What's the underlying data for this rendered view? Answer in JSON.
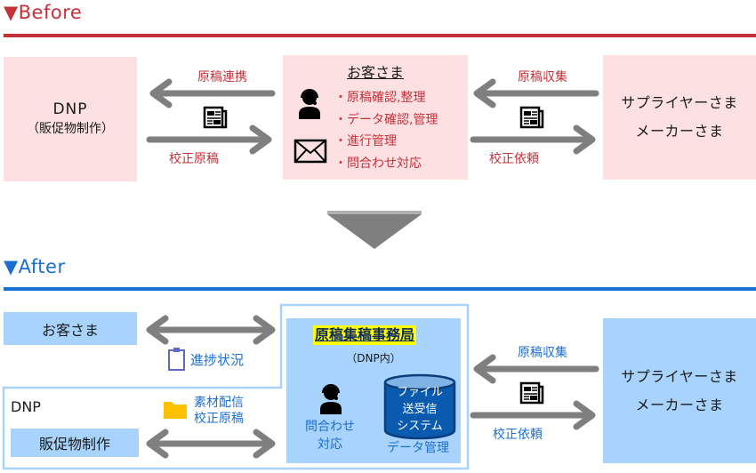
{
  "before": {
    "title": "▼Before",
    "dnp": {
      "line1": "DNP",
      "line2": "（販促物制作）"
    },
    "customer": {
      "title": "お客さま",
      "tasks": [
        "・原稿確認,整理",
        "・データ確認,管理",
        "・進行管理",
        "・問合わせ対応"
      ]
    },
    "supplier": {
      "line1": "サプライヤーさま",
      "line2": "メーカーさま"
    },
    "left_flow": {
      "top_label": "原稿連携",
      "bottom_label": "校正原稿"
    },
    "right_flow": {
      "top_label": "原稿収集",
      "bottom_label": "校正依頼"
    }
  },
  "after": {
    "title": "▼After",
    "customer": "お客さま",
    "dnp_label": "DNP",
    "production": "販促物制作",
    "progress_label": "進捗状況",
    "material_labels": [
      "素材配信",
      "校正原稿"
    ],
    "office": {
      "title": "原稿集稿事務局",
      "subtitle": "（DNP内）",
      "inquiry": [
        "問合わせ",
        "対応"
      ],
      "system": [
        "ファイル",
        "送受信",
        "システム"
      ],
      "data_mgmt": "データ管理"
    },
    "supplier": {
      "line1": "サプライヤーさま",
      "line2": "メーカーさま"
    },
    "right_flow": {
      "top_label": "原稿収集",
      "bottom_label": "校正依頼"
    }
  },
  "colors": {
    "before_accent": "#c3323a",
    "after_accent": "#1b6fd0",
    "before_box": "#fde0e2",
    "after_box": "#a8d3fd",
    "arrow": "#7f7f7f",
    "highlight": "#ffff00",
    "folder": "#ffc000",
    "cylinder": "#0a5bb0"
  }
}
